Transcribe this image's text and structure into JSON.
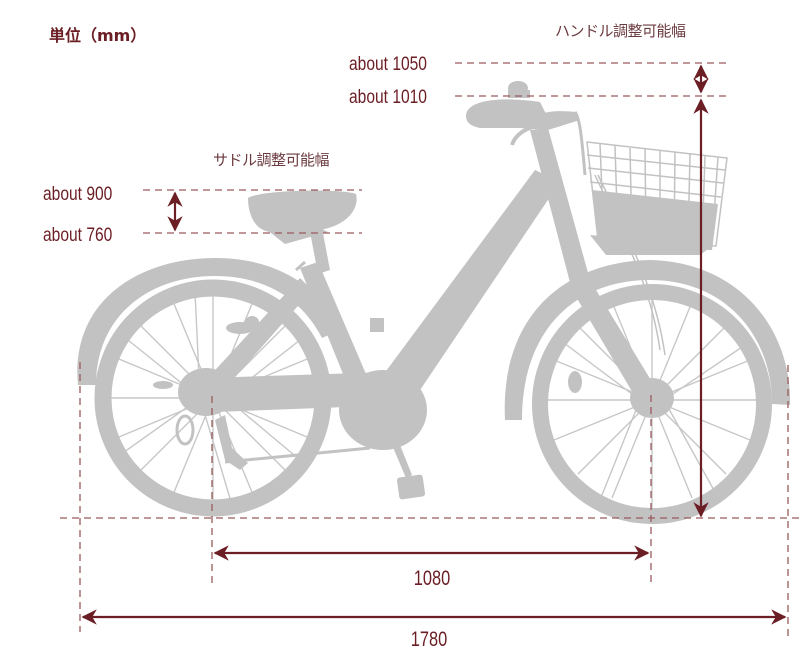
{
  "unit_label": "単位（mm）",
  "handle": {
    "title": "ハンドル調整可能幅",
    "max_label": "about  1050",
    "min_label": "about  1010",
    "max_mm": 1050,
    "min_mm": 1010
  },
  "saddle": {
    "title": "サドル調整可能幅",
    "max_label": "about 900",
    "min_label": "about 760",
    "max_mm": 900,
    "min_mm": 760
  },
  "dimensions": {
    "wheelbase_label": "1080",
    "wheelbase_mm": 1080,
    "total_length_label": "1780",
    "total_length_mm": 1780
  },
  "colors": {
    "dimension_line": "#6b1e24",
    "dashed_line": "#9a5a5e",
    "bike_silhouette": "#c2c2c2",
    "background": "#ffffff"
  },
  "icons": {
    "bicycle": "city-bicycle-with-front-basket-silhouette"
  }
}
